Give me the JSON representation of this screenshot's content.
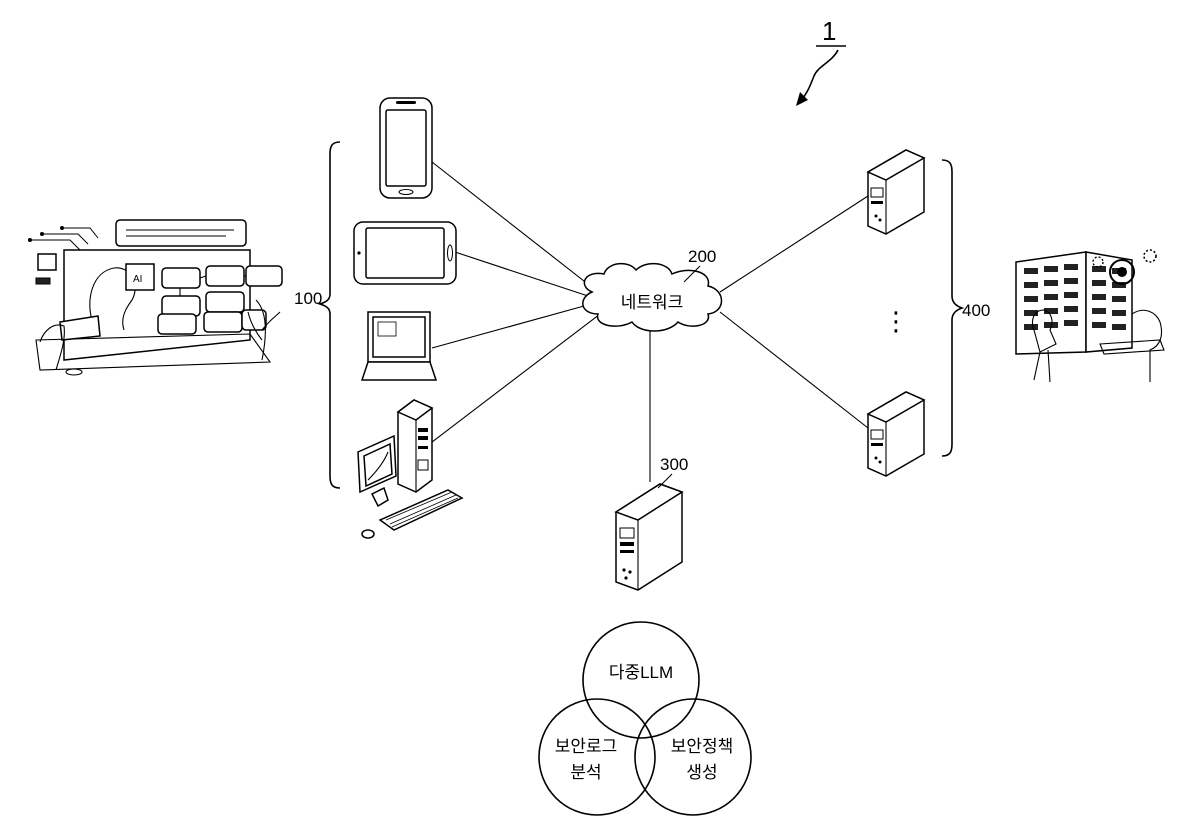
{
  "figure": {
    "system_number": "1",
    "labels": {
      "clients_group": "100",
      "network_ref": "200",
      "server_ref": "300",
      "remote_group": "400",
      "network_name": "네트워크",
      "ai_badge": "AI",
      "dots": "⋮"
    },
    "venn": {
      "top": "다중LLM",
      "left_line1": "보안로그",
      "left_line2": "분석",
      "right_line1": "보안정책",
      "right_line2": "생성"
    }
  }
}
